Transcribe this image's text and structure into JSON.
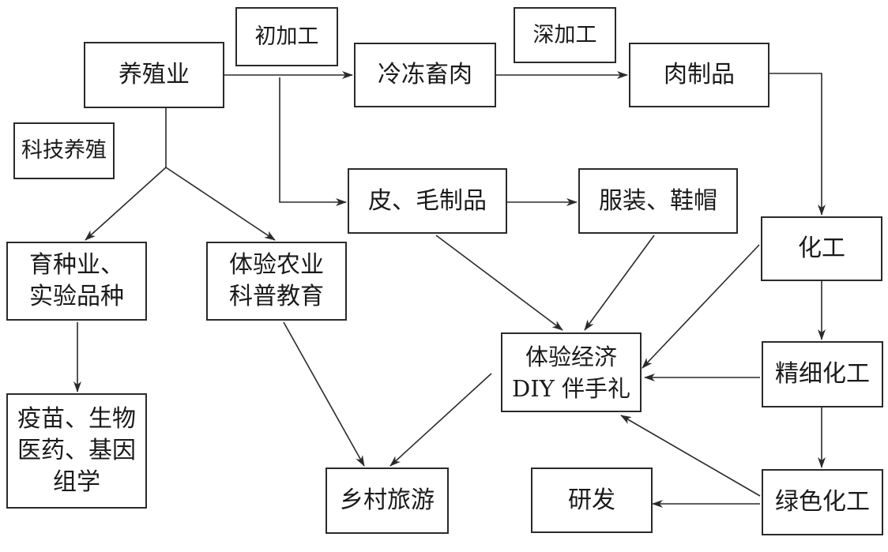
{
  "nodes": {
    "chujiagong": "初加工",
    "shenjiagong": "深加工",
    "yangzhiye": "养殖业",
    "lengdong": "冷冻畜肉",
    "rouzhipin": "肉制品",
    "kejiyangzhi": "科技养殖",
    "pimao": "皮、毛制品",
    "fuzhuang": "服装、鞋帽",
    "huagong": "化工",
    "yuzhong": "育种业、\n实验品种",
    "tiyannongye": "体验农业\n科普教育",
    "tiyanjingji": "体验经济\nDIY 伴手礼",
    "jingxi": "精细化工",
    "yimiao": "疫苗、生物\n医药、基因\n组学",
    "xiangcun": "乡村旅游",
    "yanfa": "研发",
    "lvse": "绿色化工"
  }
}
